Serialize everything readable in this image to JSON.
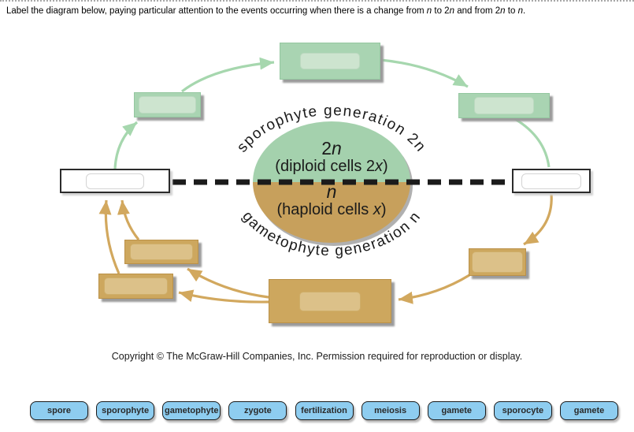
{
  "title": {
    "s1": "Label the diagram below, paying particular attention to the events occurring when there is a change from ",
    "i1": "n",
    "s2": " to 2",
    "i2": "n",
    "s3": " and from 2",
    "i3": "n",
    "s4": " to ",
    "i4": "n",
    "s5": "."
  },
  "diagram": {
    "arc_top": "sporophyte generation 2n",
    "arc_bottom": "gametophyte generation n",
    "ellipse": {
      "diploid_ploidy_prefix": "2",
      "diploid_ploidy_italic": "n",
      "diploid_desc_prefix": "(diploid cells 2",
      "diploid_desc_italic": "x",
      "diploid_desc_suffix": ")",
      "haploid_ploidy_italic": "n",
      "haploid_desc_prefix": "(haploid cells ",
      "haploid_desc_italic": "x",
      "haploid_desc_suffix": ")"
    },
    "drop_targets": [
      {
        "id": "top-center",
        "generation": "sporophyte"
      },
      {
        "id": "top-left",
        "generation": "sporophyte"
      },
      {
        "id": "top-right",
        "generation": "sporophyte"
      },
      {
        "id": "left-transition",
        "generation": "transition"
      },
      {
        "id": "right-transition",
        "generation": "transition"
      },
      {
        "id": "left-upper",
        "generation": "gametophyte"
      },
      {
        "id": "left-lower",
        "generation": "gametophyte"
      },
      {
        "id": "bottom-right",
        "generation": "gametophyte"
      },
      {
        "id": "bottom-center",
        "generation": "gametophyte"
      }
    ]
  },
  "footer": {
    "copyright": "Copyright © The McGraw-Hill Companies, Inc. Permission required for reproduction or display."
  },
  "chips": [
    "spore",
    "sporophyte",
    "gametophyte",
    "zygote",
    "fertilization",
    "meiosis",
    "gamete",
    "sporocyte",
    "gamete"
  ],
  "colors": {
    "sporophyte_green": "#a9d4b2",
    "sporophyte_green_light": "#cde4cf",
    "gametophyte_tan": "#cda75e",
    "gametophyte_tan_light": "#dcc189",
    "ellipse_green": "#a4d1ad",
    "ellipse_tan": "#c7a05c",
    "arrow_green": "#a6d7ae",
    "arrow_tan": "#d2a85e",
    "chip_blue": "#8ecdf0",
    "chip_border": "#1b1b1b",
    "dash_black": "#1b1b1b",
    "box_shadow_gray": "#9b9b9b"
  }
}
